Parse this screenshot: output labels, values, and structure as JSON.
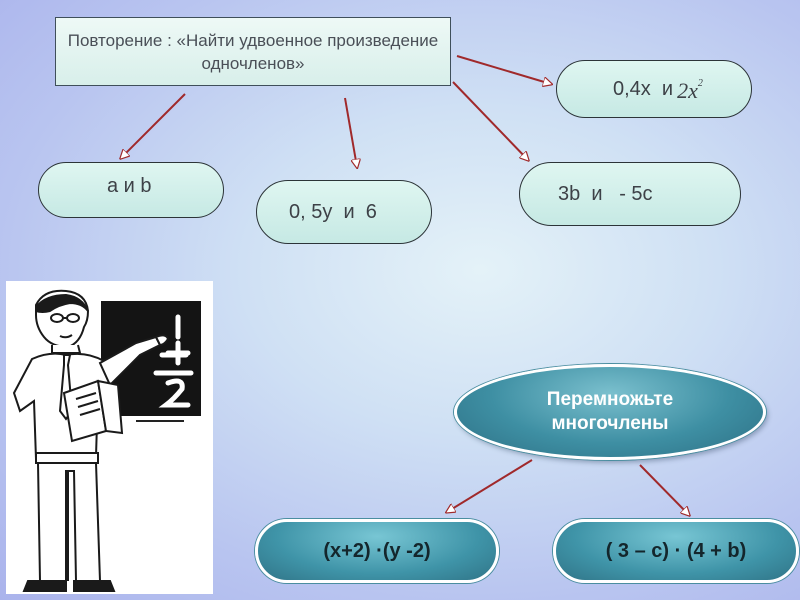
{
  "title": "Повторение : «Найти удвоенное произведение одночленов»",
  "pills": {
    "ab": "a и b",
    "p05": "0, 5y  и  6",
    "p3b": "3b  и   - 5c",
    "p04_text": "0,4х  и",
    "p04_formula_base": "2x",
    "p04_formula_exp": "2"
  },
  "center": {
    "line1": "Перемножьте",
    "line2": "многочлены"
  },
  "results": {
    "r1": "(x+2) ·(y -2)",
    "r2": "( 3 – c) · (4 + b)"
  },
  "colors": {
    "arrow": "#a0292b",
    "title_border": "#3f4f5a",
    "center_oval": "#3e8fa3"
  },
  "icons": {
    "illustration": "teacher-with-book-and-chalkboard"
  }
}
